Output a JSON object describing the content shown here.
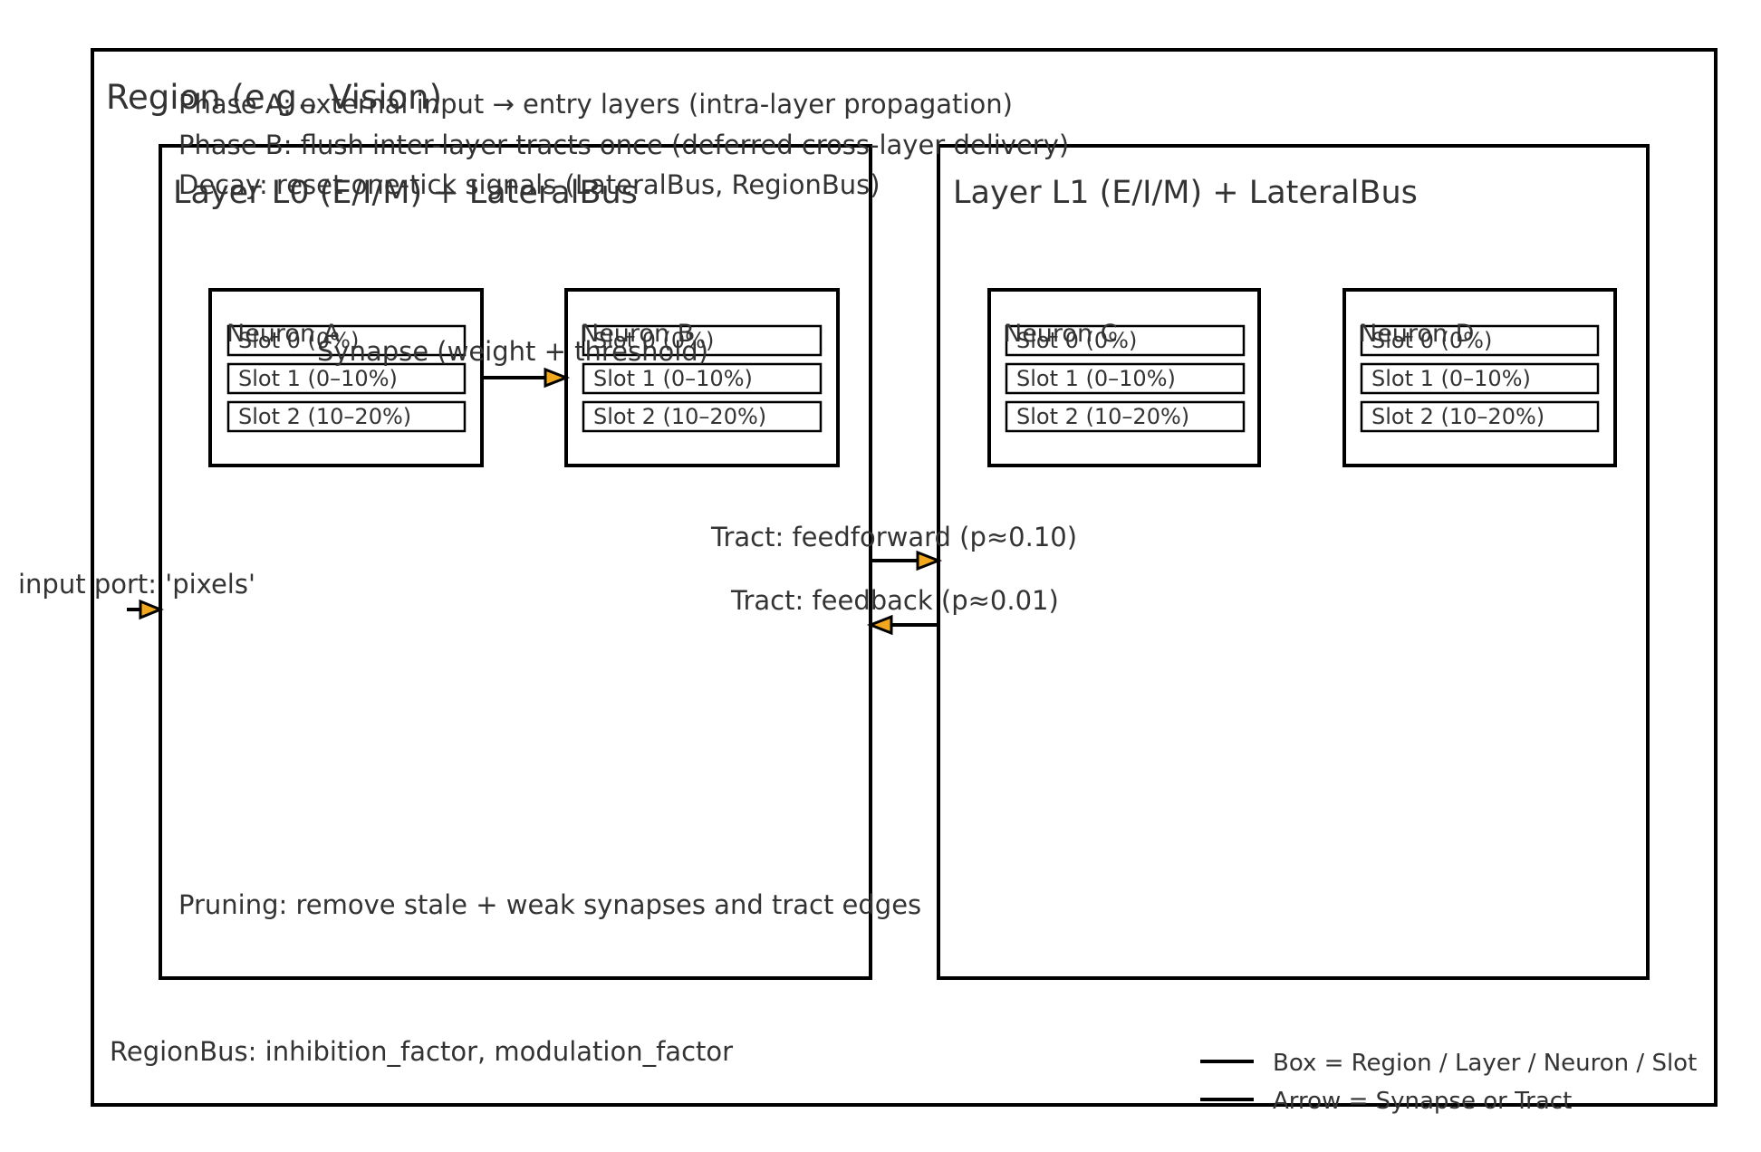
{
  "region": {
    "title": "Region (e.g., Vision)",
    "phases": [
      "Phase A: external input → entry layers (intra-layer propagation)",
      "Phase B: flush inter-layer tracts once (deferred cross-layer delivery)",
      "Decay: reset one-tick signals (LateralBus, RegionBus)"
    ],
    "region_bus": "RegionBus: inhibition_factor, modulation_factor",
    "pruning": "Pruning: remove stale + weak synapses and tract edges"
  },
  "layers": [
    {
      "title": "Layer L0 (E/I/M) + LateralBus"
    },
    {
      "title": "Layer L1 (E/I/M) + LateralBus"
    }
  ],
  "neurons": [
    {
      "label": "Neuron A",
      "slots": [
        "Slot 0 (0%)",
        "Slot 1 (0–10%)",
        "Slot 2 (10–20%)"
      ]
    },
    {
      "label": "Neuron B",
      "slots": [
        "Slot 0 (0%)",
        "Slot 1 (0–10%)",
        "Slot 2 (10–20%)"
      ]
    },
    {
      "label": "Neuron C",
      "slots": [
        "Slot 0 (0%)",
        "Slot 1 (0–10%)",
        "Slot 2 (10–20%)"
      ]
    },
    {
      "label": "Neuron D",
      "slots": [
        "Slot 0 (0%)",
        "Slot 1 (0–10%)",
        "Slot 2 (10–20%)"
      ]
    }
  ],
  "arrows": {
    "synapse": "Synapse (weight + threshold)",
    "feedforward": "Tract: feedforward (p≈0.10)",
    "feedback": "Tract: feedback (p≈0.01)",
    "input": "input port: 'pixels'"
  },
  "legend": {
    "box": "Box = Region / Layer / Neuron / Slot",
    "arrow": "Arrow = Synapse or Tract"
  },
  "colors": {
    "arrow_head": "#f2a81d",
    "stroke": "#000000",
    "text": "#333333"
  }
}
